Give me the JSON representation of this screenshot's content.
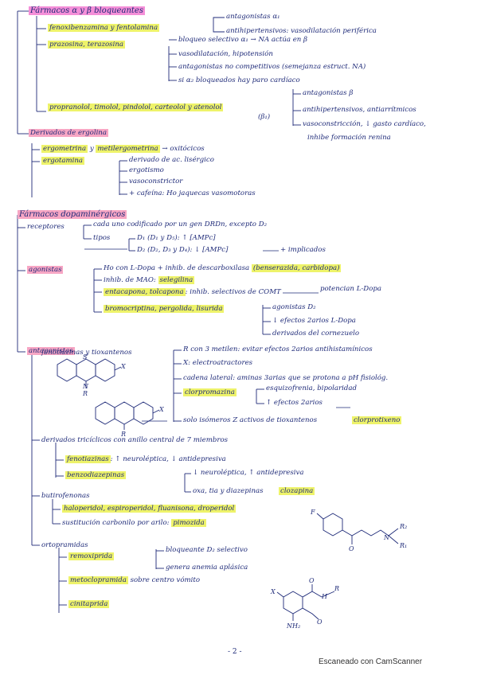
{
  "s1": {
    "title": "Fármacos α y β bloqueantes",
    "fenoxi": "fenoxibenzamina y fentolamina",
    "fenoxi_r1": "antagonistas α₁",
    "fenoxi_r2": "antihipertensivos: vasodilatación periférica",
    "prazo": "prazosina, terazosina",
    "prazo_r1": "bloqueo selectivo α₁ → NA actúa en β",
    "prazo_r2": "vasodilatación, hipotensión",
    "prazo_r3": "antagonistas no competitivos (semejanza estruct. NA)",
    "prazo_r4": "si α₂ bloqueados hay paro cardíaco",
    "propra": "propranolol, timolol, pindolol, carteolol y atenolol",
    "propra_b1": "(β₁)",
    "propra_r1": "antagonistas β",
    "propra_r2": "antihipertensivos, antiarrítmicos",
    "propra_r3": "vasoconstricción, ↓ gasto cardíaco,",
    "propra_r3b": "inhibe formación renina",
    "ergo_title": "Derivados de ergolina",
    "ergo1": "ergometrina",
    "ergo1_y": "y",
    "ergo1b": "metilergometrina",
    "ergo1_r": "→ oxitócicos",
    "ergo2": "ergotamina",
    "ergo2_r1": "derivado de ac. lisérgico",
    "ergo2_r2": "ergotismo",
    "ergo2_r3": "vasoconstrictor",
    "ergo2_r4": "+ cafeína: Ho jaquecas vasomotoras"
  },
  "s2": {
    "title": "Fármacos dopaminérgicos",
    "receptores": "receptores",
    "rec_r1": "cada uno codificado por un gen DRDn, excepto D₂",
    "tipos": "tipos",
    "tipo1": "D₁ (D₁ y D₅): ↑ [AMPc]",
    "tipo2": "D₂ (D₂, D₃ y D₄): ↓ [AMPc]",
    "tipos_r": "+ implicados",
    "agonistas": "agonistas",
    "ag1": "Ho con L-Dopa + inhib. de descarboxilasa",
    "ag1_hl": "(benserazida, carbidopa)",
    "ag2": "inhib. de MAO:",
    "ag2_hl": "selegilina",
    "ag3_hl": "entacapona, tolcapona",
    "ag3": ": inhib. selectivos de COMT",
    "ag3_r": "potencian L-Dopa",
    "ag4_hl": "bromocriptina, pergolida, lisurida",
    "ag4_r1": "agonistas D₂",
    "ag4_r2": "↓ efectos 2arios L-Dopa",
    "ag4_r3": "derivados del cornezuelo",
    "antagonistas": "antagonistas",
    "feno": "fenotiazinas y tioxantenos",
    "feno_r1": "R con 3 metilen: evitar efectos 2arios antihistamínicos",
    "feno_r2": "X: electroatractores",
    "feno_r3": "cadena lateral: aminas 3arias que se protona a pH fisiológ.",
    "clorpro": "clorpromazina",
    "clorpro_r1": "esquizofrenia, bipolaridad",
    "clorpro_r2": "↑ efectos 2arios",
    "feno_r5": "solo isómeros Z activos de tioxantenos",
    "clorprotixeno": "clorprotixeno",
    "mol_x": "X",
    "mol_n": "N",
    "mol_r": "R",
    "mol_s": "S",
    "tric": "derivados tricíclicos con anillo central de 7 miembros",
    "tric1_hl": "fenotiazinas",
    "tric1": ": ↑ neuroléptica, ↓ antidepresiva",
    "tric2_hl": "benzodiazepinas",
    "tric2_r1": "↓ neuroléptica, ↑ antidepresiva",
    "tric2_r2": "oxa, tia y diazepinas",
    "clozapina": "clozapina",
    "butiro": "butirofenonas",
    "butiro1_hl": "haloperidol, espiroperidol, fluanisona, droperidol",
    "butiro2": "sustitución carbonilo por arilo:",
    "butiro2_hl": "pimozida",
    "mol_f": "F",
    "mol_o": "O",
    "mol_r1": "R₁",
    "mol_r2": "R₂",
    "orto": "ortopramidas",
    "remox_hl": "remoxiprida",
    "remox_r1": "bloqueante D₂ selectivo",
    "remox_r2": "genera anemia aplásica",
    "metoclo_hl": "metoclopramida",
    "metoclo_r": "sobre centro vómito",
    "cinita_hl": "cinitaprida",
    "mol_nh2": "NH₂",
    "mol_h": "H",
    "mol_x2": "X"
  },
  "page_number": "- 2 -",
  "scanner": "Escaneado con CamScanner"
}
